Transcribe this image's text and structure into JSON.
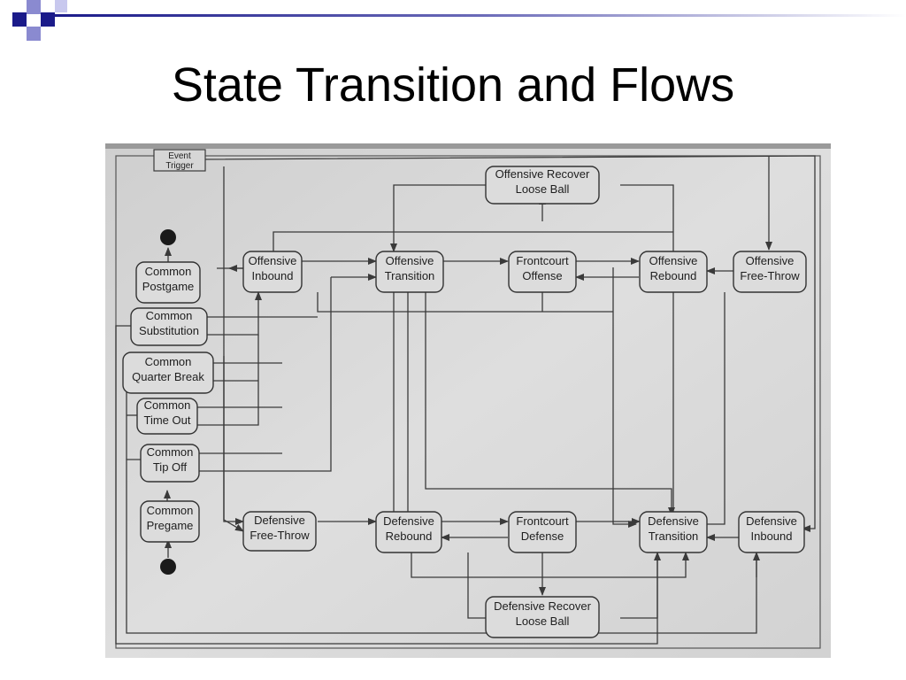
{
  "slide": {
    "title": "State Transition and Flows"
  },
  "diagram": {
    "event_trigger": [
      "Event",
      "Trigger"
    ],
    "states": {
      "off_recover": [
        "Offensive Recover",
        "Loose Ball"
      ],
      "off_inbound": [
        "Offensive",
        "Inbound"
      ],
      "off_transition": [
        "Offensive",
        "Transition"
      ],
      "fc_offense": [
        "Frontcourt",
        "Offense"
      ],
      "off_rebound": [
        "Offensive",
        "Rebound"
      ],
      "off_freethrow": [
        "Offensive",
        "Free-Throw"
      ],
      "postgame": [
        "Common",
        "Postgame"
      ],
      "substitution": [
        "Common",
        "Substitution"
      ],
      "quarter_break": [
        "Common",
        "Quarter Break"
      ],
      "time_out": [
        "Common",
        "Time Out"
      ],
      "tip_off": [
        "Common",
        "Tip Off"
      ],
      "pregame": [
        "Common",
        "Pregame"
      ],
      "def_freethrow": [
        "Defensive",
        "Free-Throw"
      ],
      "def_rebound": [
        "Defensive",
        "Rebound"
      ],
      "fc_defense": [
        "Frontcourt",
        "Defense"
      ],
      "def_transition": [
        "Defensive",
        "Transition"
      ],
      "def_inbound": [
        "Defensive",
        "Inbound"
      ],
      "def_recover": [
        "Defensive Recover",
        "Loose Ball"
      ]
    }
  }
}
